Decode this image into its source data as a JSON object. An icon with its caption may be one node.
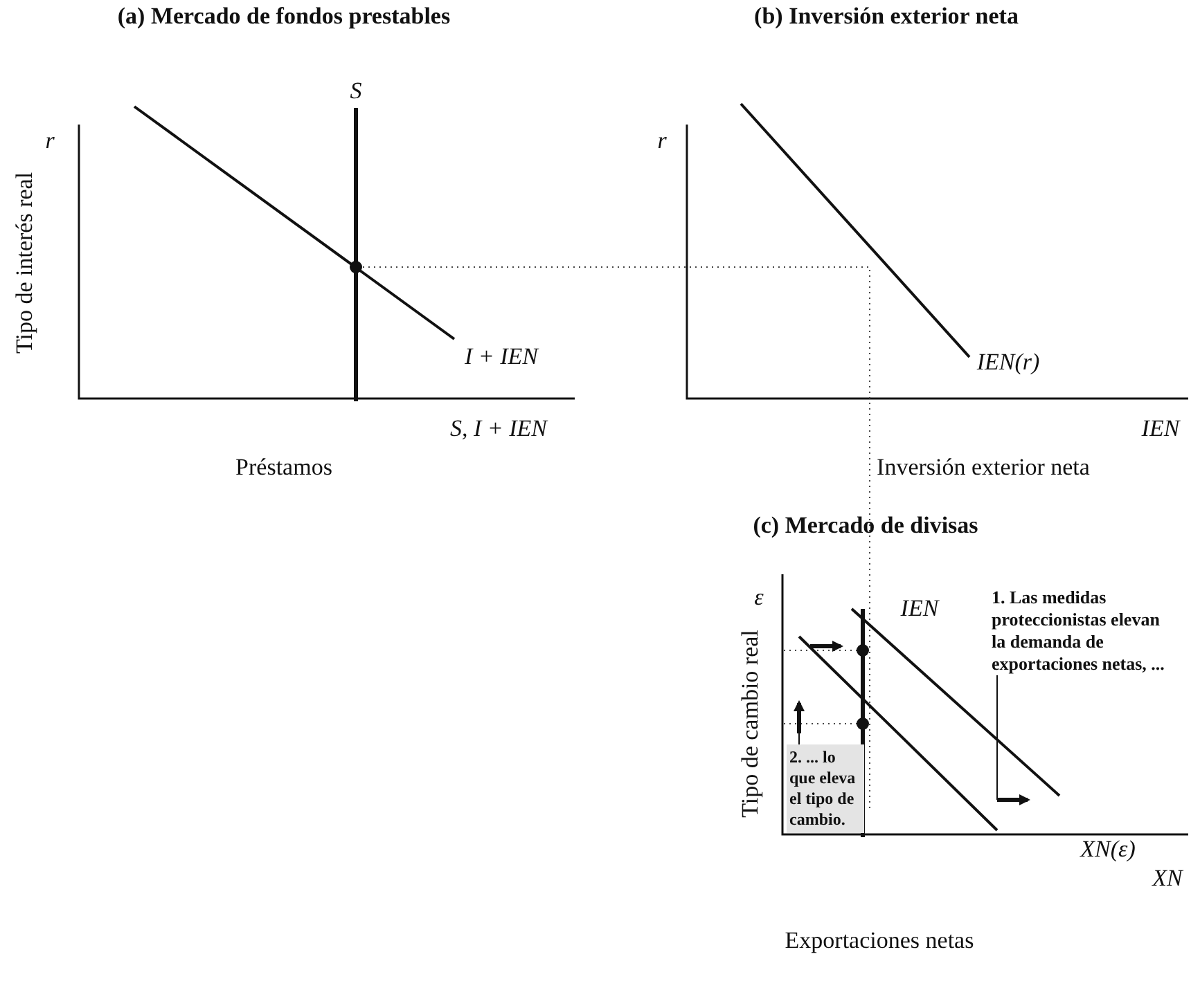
{
  "diagram": {
    "nodes": [
      {
        "text": [
          "1. Las medidas proteccionistas elevan la demanda de exportaciones netas, ..."
        ]
      },
      {
        "text": [
          "2. ... lo que eleva el tipo de cambio."
        ]
      },
      {
        "text": [],
        "shape": "arrow"
      },
      {
        "text": [],
        "shape": "arrow"
      }
    ],
    "edges": [
      {
        "from": 0,
        "to": 2,
        "arrow": "none"
      },
      {
        "from": 1,
        "to": 3,
        "arrow": "none"
      }
    ],
    "labels": [
      "(a) Mercado de fondos prestables",
      "(b) Inversión exterior neta",
      "r",
      "S",
      "r",
      "Tipo de interés real",
      "I + IEN",
      "IEN(r)",
      "S, I + IEN",
      "IEN",
      "Préstamos",
      "Inversión exterior neta",
      "(c) Mercado de divisas",
      "ε",
      "IEN",
      "Tipo de cambio real",
      "XN(ε)",
      "XN",
      "Exportaciones netas"
    ]
  }
}
